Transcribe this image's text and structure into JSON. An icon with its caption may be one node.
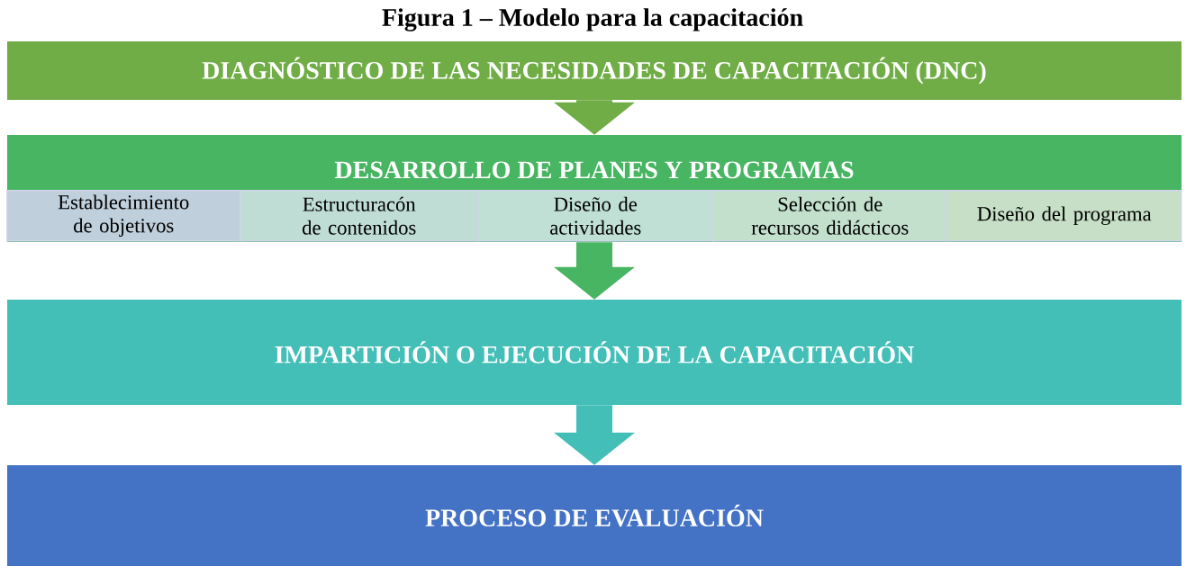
{
  "diagram": {
    "title": "Figura 1 – Modelo para la capacitación",
    "nodes": [
      {
        "text": [
          "DIAGNÓSTICO DE LAS NECESIDADES DE CAPACITACIÓN (DNC)"
        ]
      },
      {
        "text": [
          "DESARROLLO DE PLANES Y PROGRAMAS"
        ]
      },
      {
        "text": [
          "Establecimiento de objetivos"
        ],
        "in": 1
      },
      {
        "text": [
          "Estructuracón de contenidos"
        ],
        "in": 1
      },
      {
        "text": [
          "Diseño de actividades"
        ],
        "in": 1
      },
      {
        "text": [
          "Selección de recursos didácticos"
        ],
        "in": 1
      },
      {
        "text": [
          "Diseño del programa"
        ],
        "in": 1
      },
      {
        "text": [
          "IMPARTICIÓN O EJECUCIÓN DE LA CAPACITACIÓN"
        ]
      },
      {
        "text": [
          "PROCESO DE EVALUACIÓN"
        ]
      }
    ],
    "edges": [
      {
        "from": 0,
        "to": 1,
        "arrow": "to",
        "color": "#70ad47"
      },
      {
        "from": 1,
        "to": 7,
        "arrow": "to",
        "color": "#48b562"
      },
      {
        "from": 7,
        "to": 8,
        "arrow": "to",
        "color": "#43bfb8"
      }
    ]
  }
}
